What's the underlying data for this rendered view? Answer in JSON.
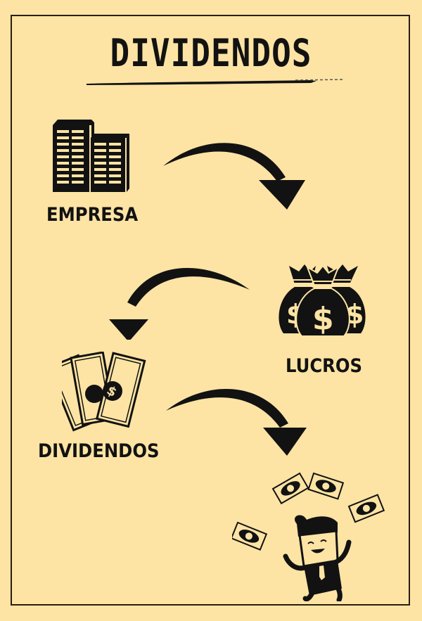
{
  "title": "DIVIDENDOS",
  "colors": {
    "background": "#fde4a4",
    "ink": "#121212",
    "border": "#2a1e10"
  },
  "flow": {
    "steps": [
      {
        "label": "EMPRESA",
        "icon": "office-buildings-icon"
      },
      {
        "label": "LUCROS",
        "icon": "money-bags-icon"
      },
      {
        "label": "DIVIDENDOS",
        "icon": "banknotes-fan-icon"
      },
      {
        "label": "",
        "icon": "happy-investor-juggling-money-icon"
      }
    ],
    "arrows": [
      {
        "from": "EMPRESA",
        "to": "LUCROS",
        "direction": "curved-right-down"
      },
      {
        "from": "LUCROS",
        "to": "DIVIDENDOS",
        "direction": "curved-left-down"
      },
      {
        "from": "DIVIDENDOS",
        "to": "investor",
        "direction": "curved-right-down"
      }
    ]
  }
}
